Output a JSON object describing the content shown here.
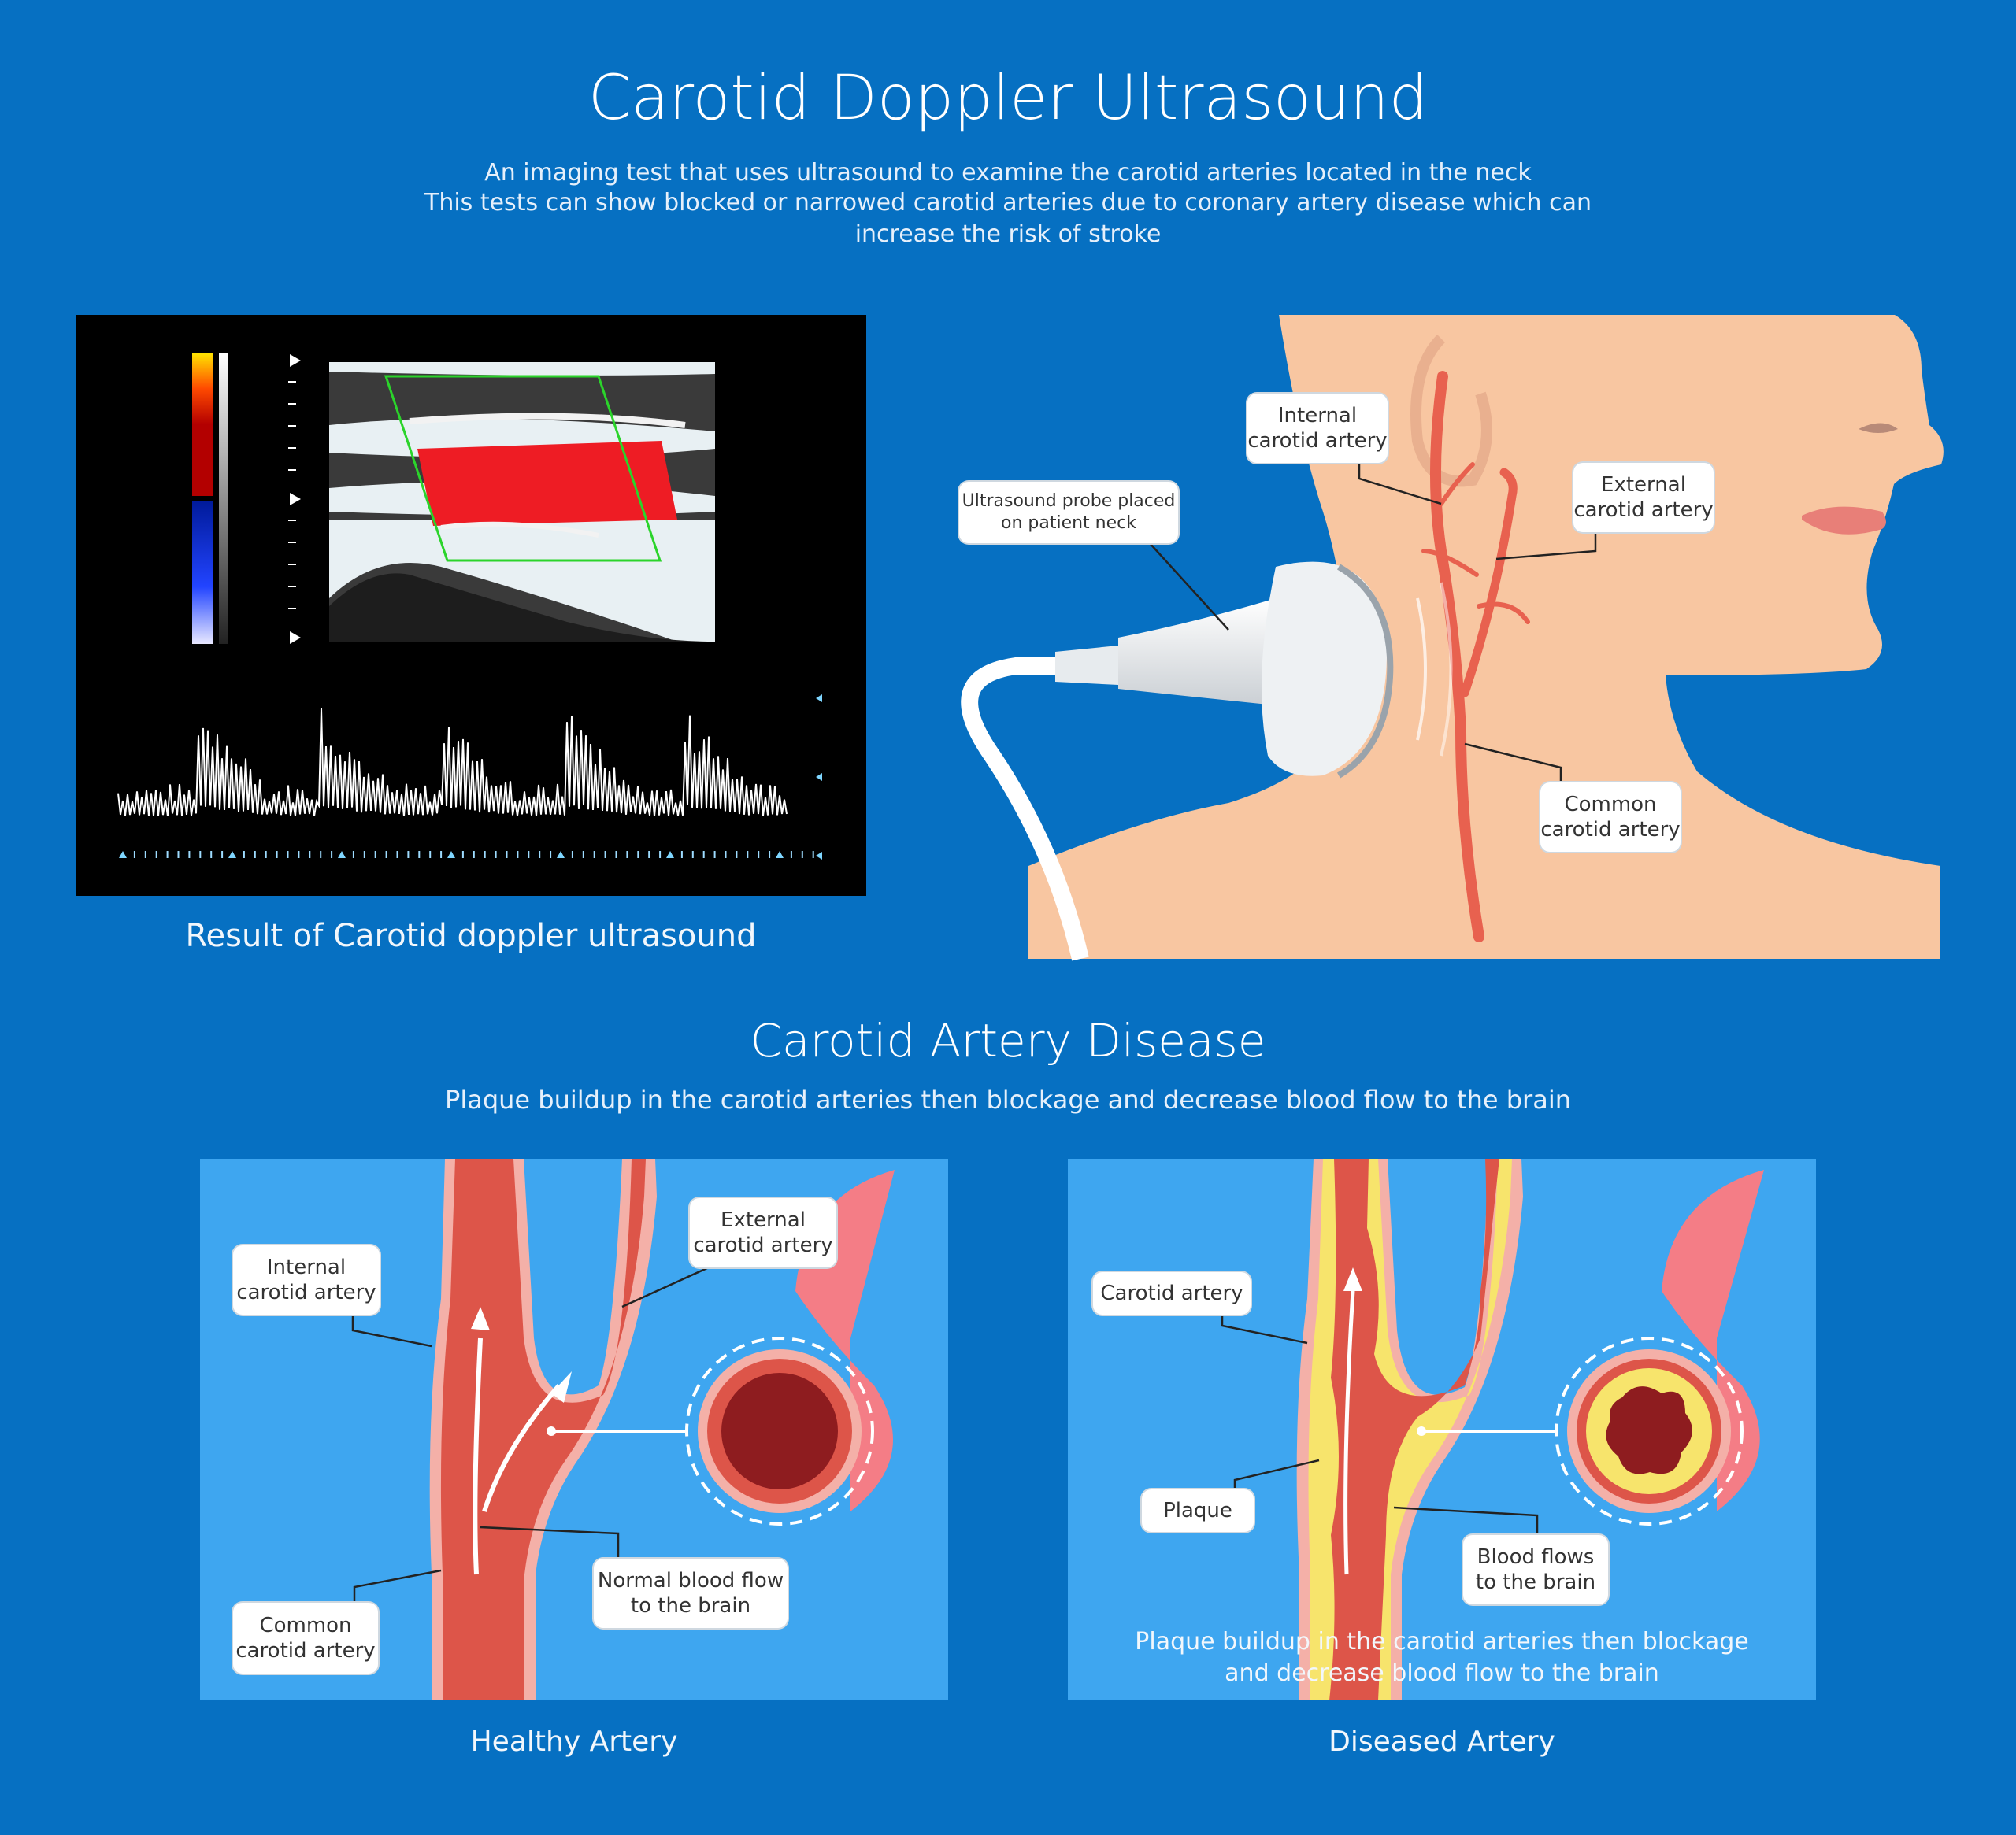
{
  "header": {
    "title": "Carotid Doppler Ultrasound",
    "description_lines": [
      "An imaging test that uses ultrasound to examine the carotid arteries located in the neck",
      "This tests can show blocked or narrowed carotid arteries due to coronary artery disease which can",
      "increase the risk of stroke"
    ]
  },
  "ultrasound": {
    "caption": "Result of Carotid doppler ultrasound"
  },
  "neck": {
    "labels": {
      "probe": "Ultrasound probe placed\non patient neck",
      "internal": "Internal\ncarotid artery",
      "external": "External\ncarotid artery",
      "common": "Common\ncarotid artery"
    }
  },
  "disease": {
    "title": "Carotid Artery Disease",
    "subtitle": "Plaque buildup in the carotid arteries then blockage and decrease blood flow to the brain"
  },
  "healthy": {
    "caption": "Healthy Artery",
    "labels": {
      "internal": "Internal\ncarotid artery",
      "external": "External\ncarotid artery",
      "normal_flow": "Normal blood flow\nto the brain",
      "common": "Common\ncarotid artery"
    }
  },
  "diseased": {
    "caption": "Diseased Artery",
    "labels": {
      "carotid": "Carotid artery",
      "plaque": "Plaque",
      "flow": "Blood flows\nto the brain"
    },
    "overlay_text": "Plaque buildup in the carotid arteries then blockage\nand decrease blood flow to the brain"
  },
  "colors": {
    "background": "#0670c2",
    "panel_blue": "#3ea6f0",
    "artery_red": "#dd5549",
    "artery_wall": "#f4b0a8",
    "plaque_yellow": "#f7e46c",
    "skin": "#f8c6a1",
    "doppler_red": "#ee1c24"
  }
}
